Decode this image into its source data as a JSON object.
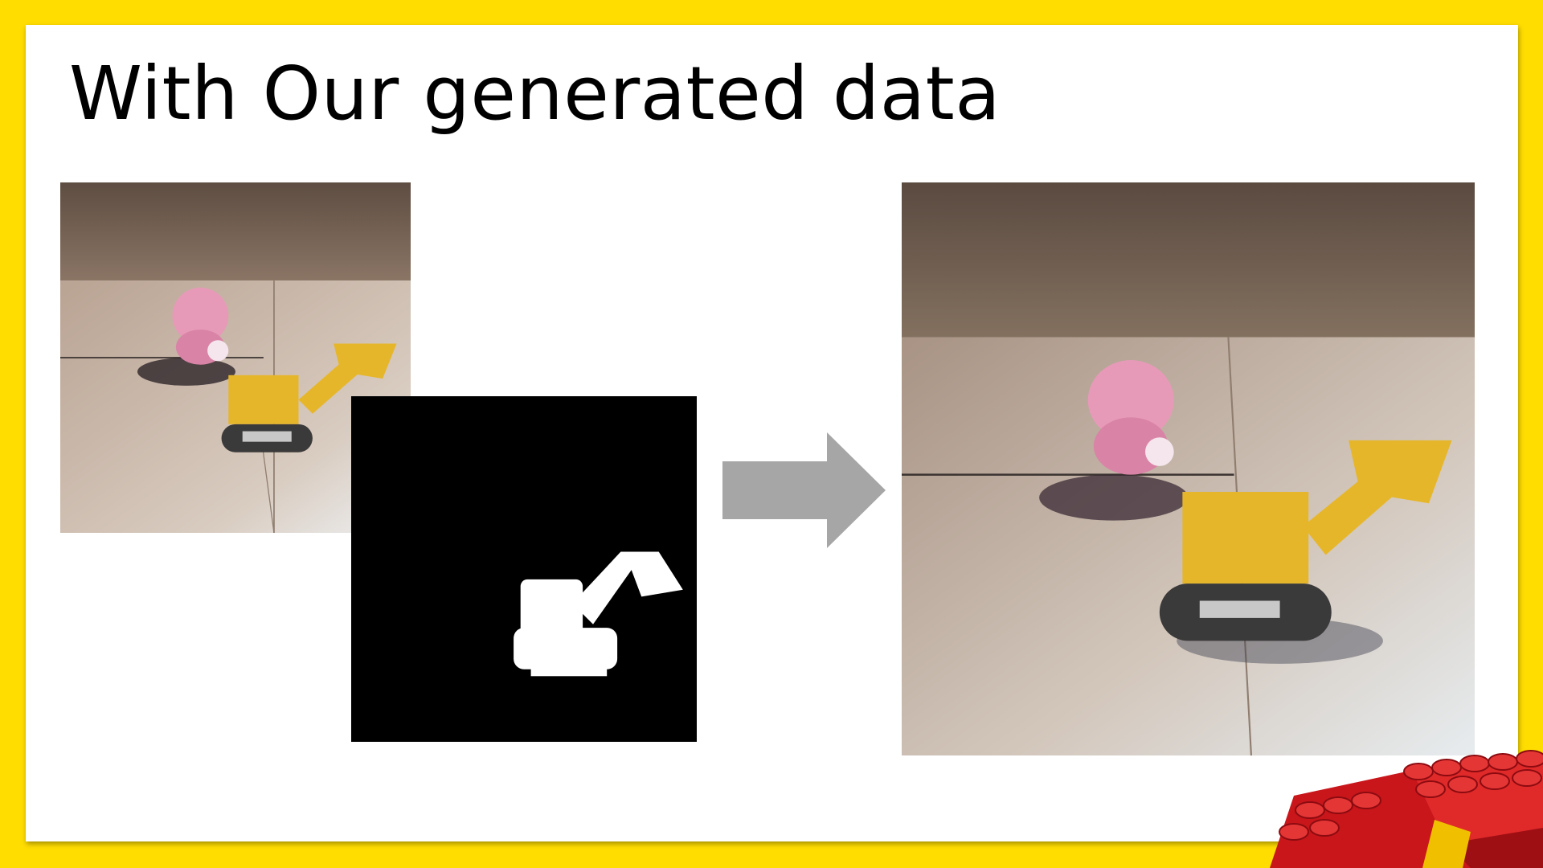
{
  "slide": {
    "title": "With Our generated data",
    "accent_color": "#FFDD00",
    "arrow_color": "#A6A6A6",
    "images": [
      {
        "role": "input",
        "icon": "bear-and-bulldozer-photo"
      },
      {
        "role": "mask",
        "icon": "bulldozer-mask"
      },
      {
        "role": "output",
        "icon": "bear-and-bulldozer-photo"
      }
    ],
    "decoration": {
      "icon": "lego-brick-icon",
      "color": "#D41A1A"
    }
  }
}
